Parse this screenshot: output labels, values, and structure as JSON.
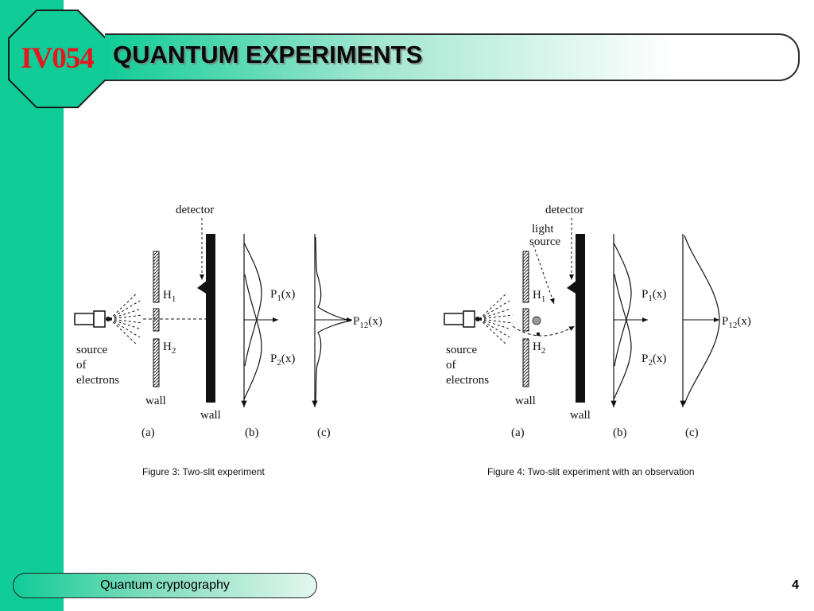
{
  "course_code": "IV054",
  "slide_title": "QUANTUM EXPERIMENTS",
  "figure3": {
    "caption": "Figure 3: Two-slit experiment",
    "labels": {
      "detector": "detector",
      "h1": "H",
      "h1_sub": "1",
      "h2": "H",
      "h2_sub": "2",
      "source_line1": "source",
      "source_line2": "of",
      "source_line3": "electrons",
      "wall_small": "wall",
      "wall_big": "wall",
      "p1": "P",
      "p1_sub": "1",
      "p1_arg": "(x)",
      "p2": "P",
      "p2_sub": "2",
      "p2_arg": "(x)",
      "p12": "P",
      "p12_sub": "12",
      "p12_arg": "(x)",
      "panel_a": "(a)",
      "panel_b": "(b)",
      "panel_c": "(c)"
    }
  },
  "figure4": {
    "caption": "Figure 4: Two-slit experiment with an observation",
    "labels": {
      "detector": "detector",
      "light_line1": "light",
      "light_line2": "source",
      "h1": "H",
      "h1_sub": "1",
      "h2": "H",
      "h2_sub": "2",
      "source_line1": "source",
      "source_line2": "of",
      "source_line3": "electrons",
      "wall_small": "wall",
      "wall_big": "wall",
      "p1": "P",
      "p1_sub": "1",
      "p1_arg": "(x)",
      "p2": "P",
      "p2_sub": "2",
      "p2_arg": "(x)",
      "p12": "P",
      "p12_sub": "12",
      "p12_arg": "(x)",
      "panel_a": "(a)",
      "panel_b": "(b)",
      "panel_c": "(c)"
    }
  },
  "footer": {
    "label": "Quantum cryptography",
    "page": "4"
  },
  "colors": {
    "accent_green": "#10cc96",
    "badge_text_red": "#e8141e",
    "ink": "#111111"
  }
}
